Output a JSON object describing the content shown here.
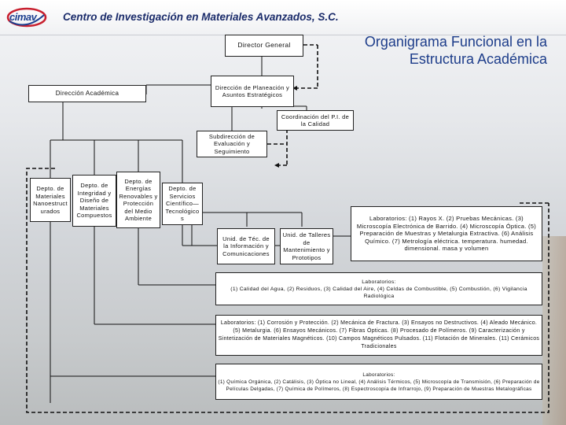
{
  "header": {
    "logo_text": "cimav",
    "org_name": "Centro de Investigación en Materiales Avanzados, S.C."
  },
  "title": "Organigrama Funcional en la Estructura Académica",
  "nodes": {
    "director": "Director General",
    "academica": "Dirección Académica",
    "planeacion": "Dirección de Planeación y Asuntos Estratégicos",
    "calidad": "Coordinación del P.I. de la Calidad",
    "evaluacion": "Subdirección de Evaluación y Seguimiento",
    "depto1": "Depto. de Materiales Nanoestruct urados",
    "depto2": "Depto. de Integridad y Diseño de Materiales Compuestos",
    "depto3": "Depto. de Energías Renovables y Protección del Medio Ambiente",
    "depto4": "Depto. de Servicios Científico—Tecnológico s",
    "unid_info": "Unid. de Téc. de la Información y Comunicaciones",
    "unid_talleres": "Unid. de Talleres de Mantenimiento y Prototipos"
  },
  "labs": {
    "lab1": "Laboratorios: (1) Rayos X. (2) Pruebas Mecánicas. (3) Microscopía Electrónica de Barrido. (4) Microscopía Óptica. (5) Preparación de Muestras y Metalurgia Extractiva. (6) Análisis Químico. (7) Metrología eléctrica. temperatura. humedad. dimensional. masa y volumen",
    "lab2_title": "Laboratorios:",
    "lab2_body": "(1) Calidad del Agua, (2) Residuos, (3) Calidad del Aire, (4) Celdas de Combustible, (5) Combustión, (6) Vigilancia Radiológica",
    "lab3": "Laboratorios: (1) Corrosión y Protección. (2) Mecánica de Fractura. (3) Ensayos no Destructivos. (4) Aleado Mecánico. (5) Metalurgia. (6) Ensayos Mecánicos. (7) Fibras Ópticas. (8) Procesado de Polímeros. (9) Caracterización y Sintetización de Materiales Magnéticos. (10) Campos Magnéticos Pulsados. (11) Flotación de Minerales. (11) Cerámicos Tradicionales",
    "lab4_title": "Laboratorios:",
    "lab4_body": "(1) Química Orgánica, (2) Catálisis, (3) Óptica no Lineal, (4) Análisis Térmicos, (5) Microscopía de Transmisión, (6) Preparación de Películas Delgadas, (7) Química de Polímeros, (8) Espectroscopía de Infrarrojo, (9) Preparación de Muestras Metalográficas"
  },
  "colors": {
    "title": "#1d3d8a",
    "org_name": "#1a2b6a",
    "logo_red": "#c8202f",
    "logo_blue": "#1c3f8f"
  }
}
